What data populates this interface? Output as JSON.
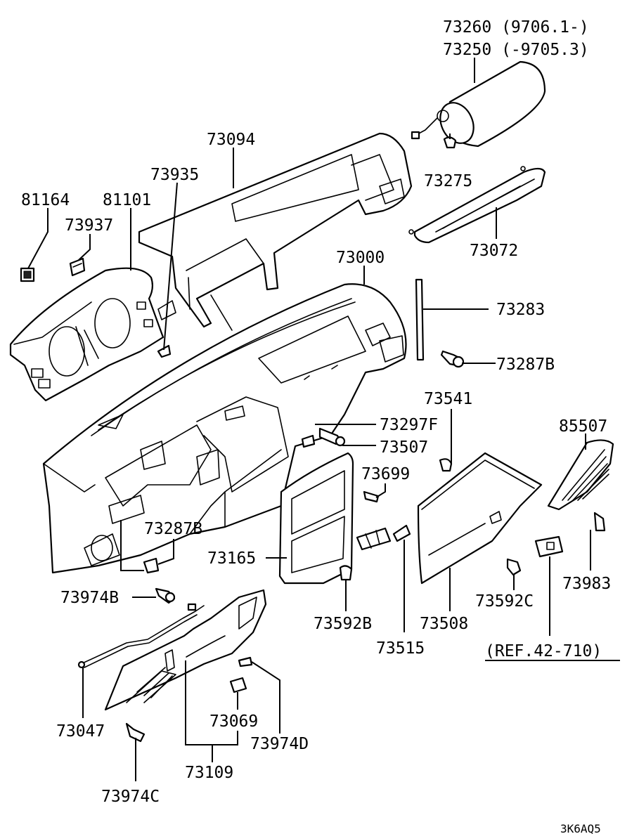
{
  "labels": {
    "p73260": "73260 (9706.1-)",
    "p73250": "73250 (-9705.3)",
    "p73094": "73094",
    "p73935": "73935",
    "p81164": "81164",
    "p81101": "81101",
    "p73937": "73937",
    "p73275": "73275",
    "p73072": "73072",
    "p73000": "73000",
    "p73283": "73283",
    "p73287B_a": "73287B",
    "p73541": "73541",
    "p73297F": "73297F",
    "p73507": "73507",
    "p85507": "85507",
    "p73699": "73699",
    "p73287B_b": "73287B",
    "p73165": "73165",
    "p73974B": "73974B",
    "p73592B": "73592B",
    "p73508": "73508",
    "p73592C": "73592C",
    "p73983": "73983",
    "p73515": "73515",
    "p_ref": "(REF.42-710)",
    "p73069": "73069",
    "p73047": "73047",
    "p73974D": "73974D",
    "p73109": "73109",
    "p73974C": "73974C"
  },
  "diagram_code": "3K6AQ5"
}
